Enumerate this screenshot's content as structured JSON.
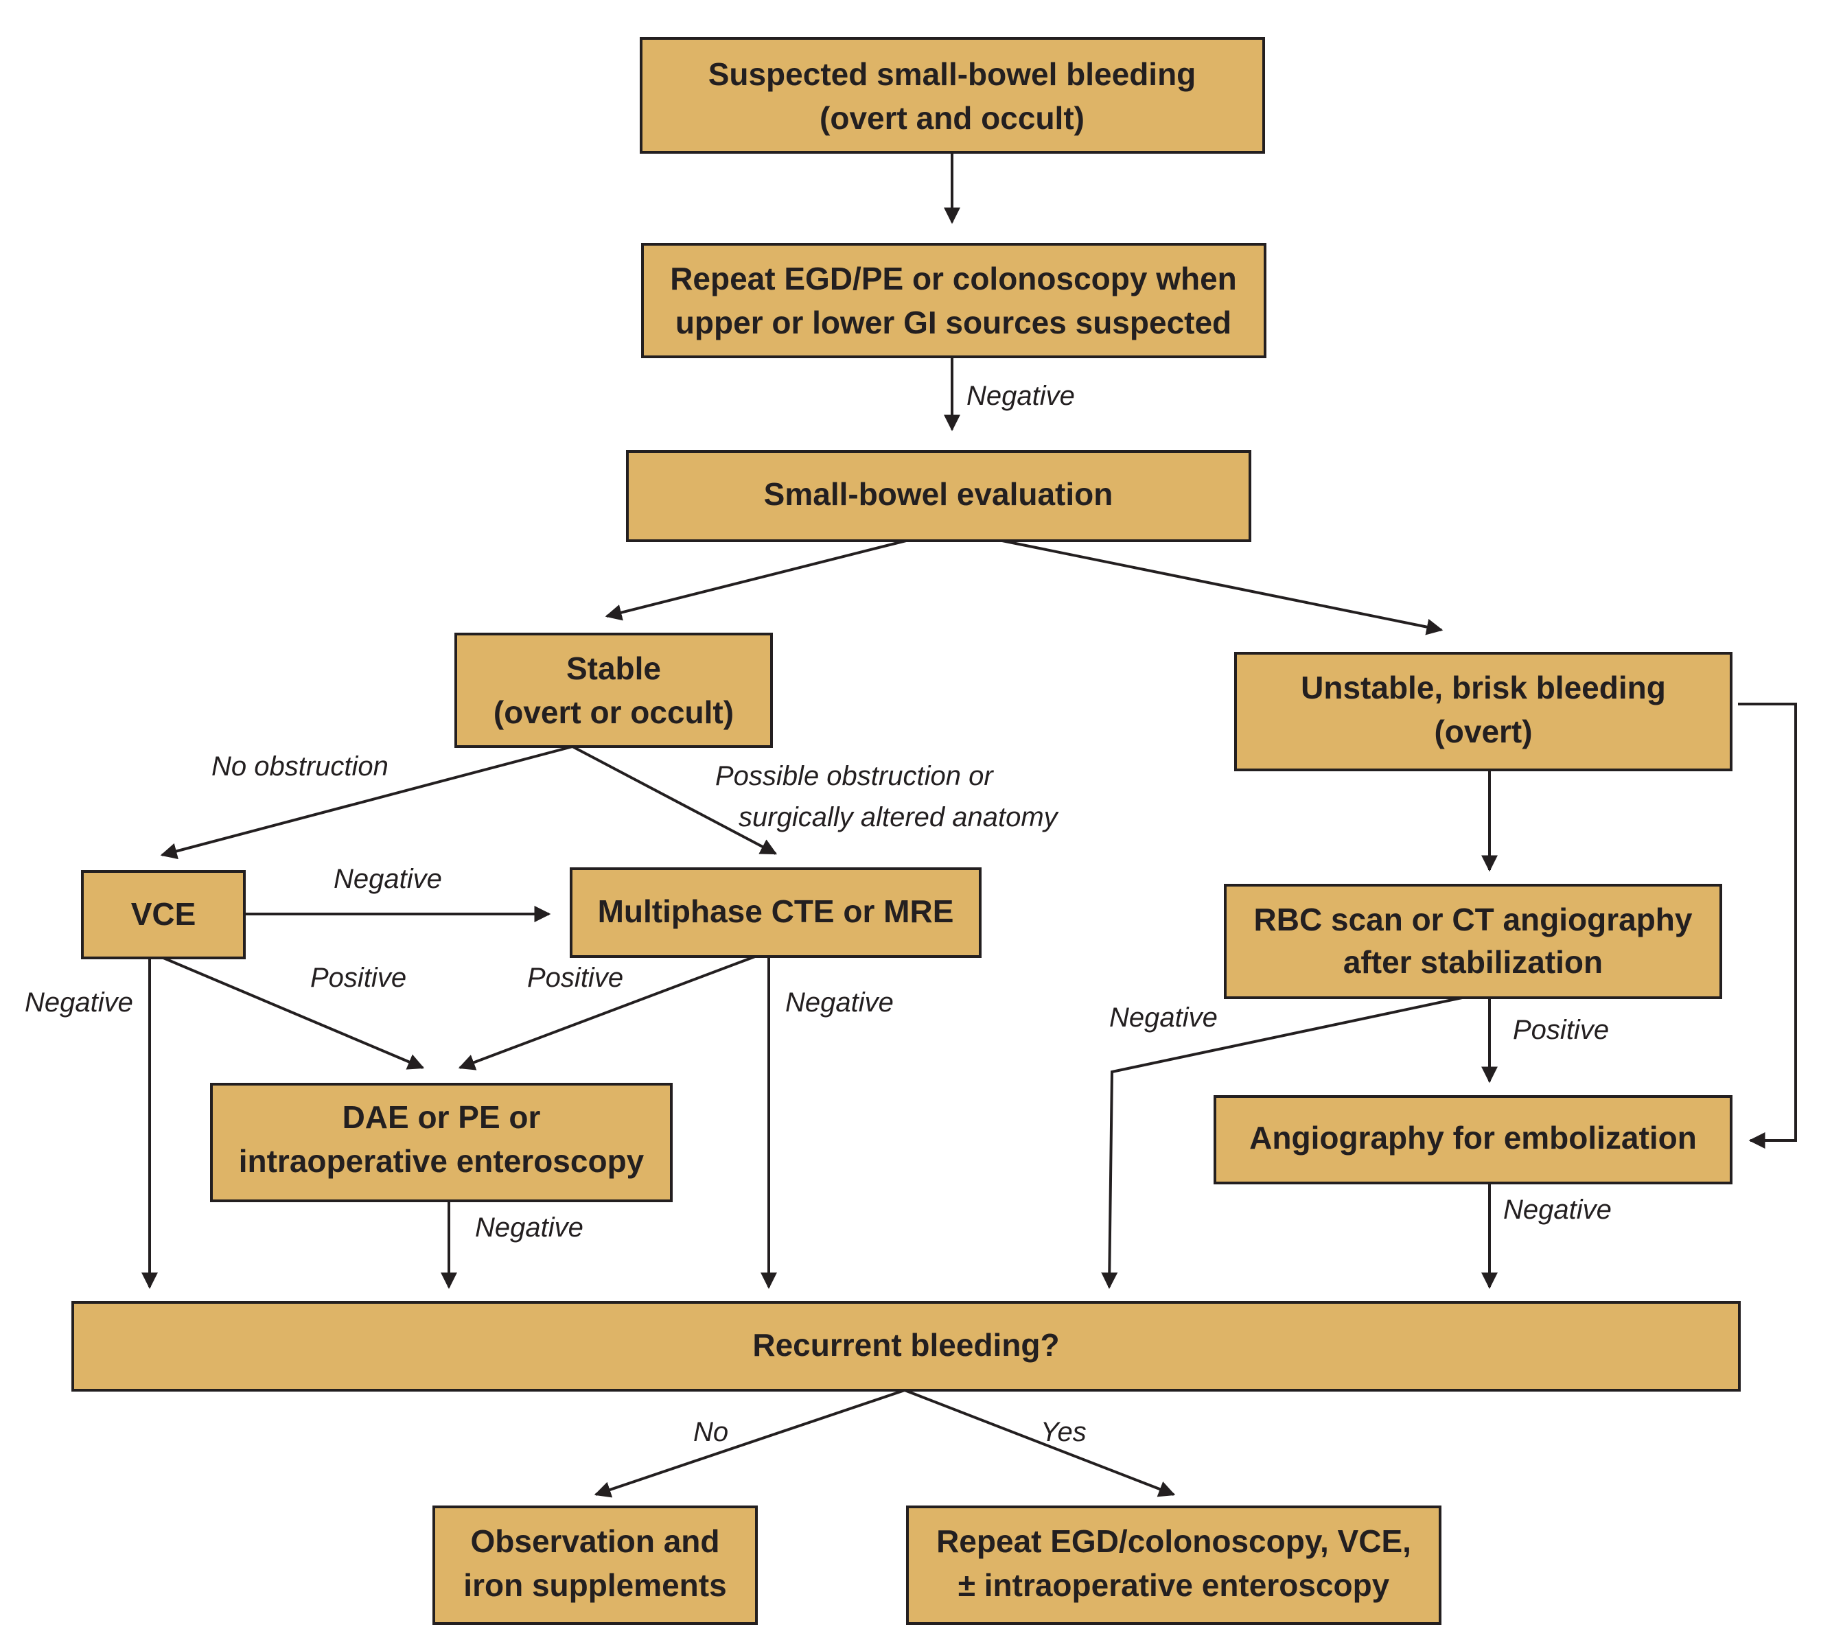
{
  "nodes": {
    "suspected": {
      "lines": [
        "Suspected small-bowel bleeding",
        "(overt and occult)"
      ]
    },
    "repeat_egd": {
      "lines": [
        "Repeat EGD/PE or colonoscopy when",
        "upper or lower GI sources suspected"
      ]
    },
    "sb_eval": {
      "lines": [
        "Small-bowel evaluation"
      ]
    },
    "stable": {
      "lines": [
        "Stable",
        "(overt or occult)"
      ]
    },
    "unstable": {
      "lines": [
        "Unstable, brisk bleeding",
        "(overt)"
      ]
    },
    "vce": {
      "lines": [
        "VCE"
      ]
    },
    "multiphase": {
      "lines": [
        "Multiphase CTE or MRE"
      ]
    },
    "rbc_scan": {
      "lines": [
        "RBC scan or CT angiography",
        "after stabilization"
      ]
    },
    "dae": {
      "lines": [
        "DAE or PE or",
        "intraoperative enteroscopy"
      ]
    },
    "angiography": {
      "lines": [
        "Angiography for embolization"
      ]
    },
    "recurrent": {
      "lines": [
        "Recurrent bleeding?"
      ]
    },
    "observation": {
      "lines": [
        "Observation and",
        "iron supplements"
      ]
    },
    "repeat_final": {
      "lines": [
        "Repeat EGD/colonoscopy, VCE,",
        "± intraoperative enteroscopy"
      ]
    }
  },
  "edge_labels": {
    "repeat_to_eval": "Negative",
    "stable_no_obstruction": "No obstruction",
    "stable_possible_obstruction_1": "Possible obstruction or",
    "stable_possible_obstruction_2": "surgically altered anatomy",
    "vce_to_multiphase": "Negative",
    "vce_negative": "Negative",
    "vce_positive": "Positive",
    "multiphase_positive": "Positive",
    "multiphase_negative": "Negative",
    "rbc_negative": "Negative",
    "rbc_positive": "Positive",
    "dae_negative": "Negative",
    "angio_negative": "Negative",
    "recurrent_no": "No",
    "recurrent_yes": "Yes"
  },
  "colors": {
    "box_fill": "#deb467",
    "stroke": "#231f20"
  }
}
